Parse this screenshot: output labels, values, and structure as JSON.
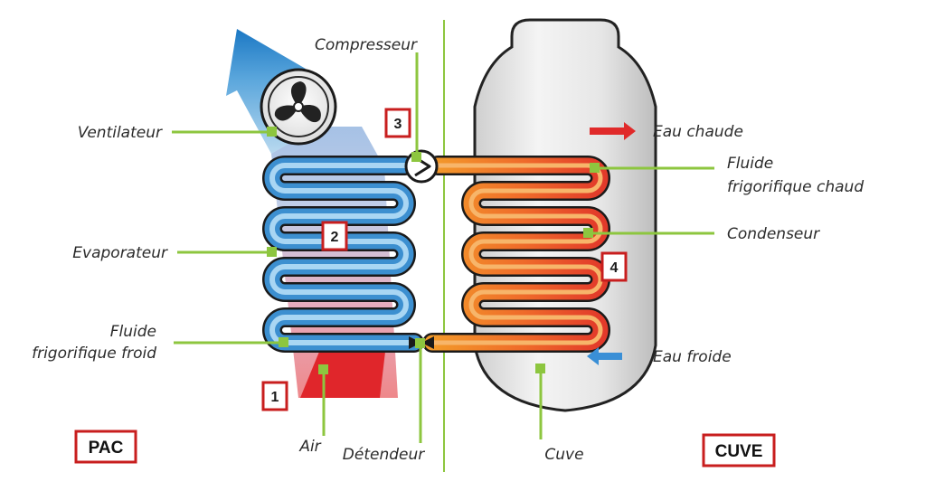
{
  "labels": {
    "ventilateur": "Ventilateur",
    "compresseur": "Compresseur",
    "evaporateur": "Evaporateur",
    "fluide_froid_1": "Fluide",
    "fluide_froid_2": "frigorifique froid",
    "air": "Air",
    "detendeur": "Détendeur",
    "cuve": "Cuve",
    "eau_chaude": "Eau chaude",
    "fluide_chaud_1": "Fluide",
    "fluide_chaud_2": "frigorifique chaud",
    "condenseur": "Condenseur",
    "eau_froide": "Eau froide"
  },
  "badges": {
    "b1": "1",
    "b2": "2",
    "b3": "3",
    "b4": "4"
  },
  "sections": {
    "left": "PAC",
    "right": "CUVE"
  },
  "colors": {
    "leader_line": "#8dc63f",
    "divider": "#8dc63f",
    "hot_arrow": "#e02a2a",
    "cold_arrow": "#3a8fd6",
    "cold_coil": "#3c8fd0",
    "hot_coil": "#e8452b",
    "airflow_blue": "#1f7cc6",
    "airflow_red": "#e0262b",
    "badge_border": "#c81e1e"
  },
  "icons": [
    "fan-icon",
    "compressor-icon",
    "hot-water-arrow-icon",
    "cold-water-arrow-icon"
  ]
}
